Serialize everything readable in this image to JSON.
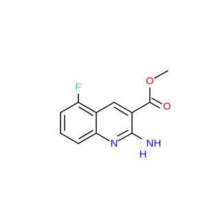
{
  "molecule": {
    "atoms": {
      "o_methoxy": {
        "label": "O",
        "color": "#ff0000"
      },
      "o_carbonyl": {
        "label": "O",
        "color": "#ff0000"
      },
      "n_ring": {
        "label": "N",
        "color": "#0000ff"
      },
      "fluorine": {
        "label": "F",
        "color": "#33cccc"
      },
      "amino_n": {
        "label": "N",
        "color": "#0000ff"
      },
      "amino_h": {
        "label": "H",
        "color": "#0000ff"
      }
    },
    "bond_color": "#000000",
    "background": "#ffffff"
  }
}
